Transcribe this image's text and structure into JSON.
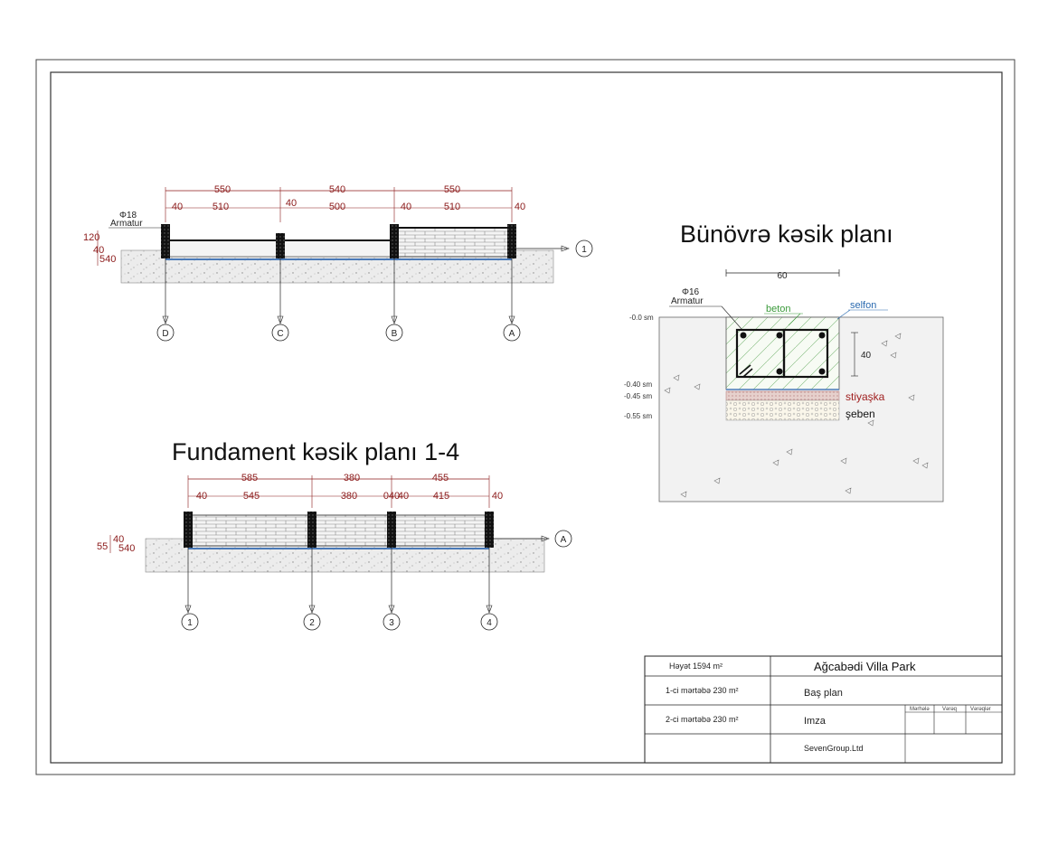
{
  "drawing": {
    "title_section": "Bünövrə kəsik planı",
    "title_foundation": "Fundament kəsik planı 1-4"
  },
  "top_section": {
    "rebar_label_1": "Φ18",
    "rebar_label_2": "Armatur",
    "dims_total": [
      "550",
      "540",
      "550"
    ],
    "dims_inner": [
      "40",
      "510",
      "40",
      "500",
      "40",
      "510",
      "40"
    ],
    "height_dims": [
      "120",
      "40",
      "540"
    ],
    "grid_axes": [
      "D",
      "C",
      "B",
      "A"
    ],
    "axis_ref": "1"
  },
  "bottom_section": {
    "dims_total": [
      "585",
      "380",
      "455"
    ],
    "dims_inner": [
      "40",
      "545",
      "380",
      "040",
      "40",
      "415",
      "40"
    ],
    "height_dims": [
      "55",
      "40",
      "540"
    ],
    "grid_axes": [
      "1",
      "2",
      "3",
      "4"
    ],
    "axis_ref": "A"
  },
  "detail": {
    "width_dim": "60",
    "rebar_label_1": "Φ16",
    "rebar_label_2": "Armatur",
    "beton": "beton",
    "selfon": "selfon",
    "depth_dim": "40",
    "levels": [
      "-0.0 sm",
      "-0.40 sm",
      "-0.45 sm",
      "-0.55 sm"
    ],
    "stiyaska": "stiyaşka",
    "seben": "şeben"
  },
  "title_block": {
    "area_yard": "Həyət  1594  m²",
    "area_floor1": "1-ci mərtəbə 230 m²",
    "area_floor2": "2-ci mərtəbə 230 m²",
    "project": "Ağcabədi Villa Park",
    "sheet_name": "Baş plan",
    "signature": "Imza",
    "company": "SevenGroup.Ltd",
    "col1": "Mərhələ",
    "col2": "Vərəq",
    "col3": "Vərəqlər"
  },
  "colors": {
    "dim_red": "#8b1a1a",
    "label_green": "#3a9a3a",
    "label_blue": "#2a6ab0",
    "stiyaska_red": "#a02020",
    "ground": "#e8e8e8"
  }
}
